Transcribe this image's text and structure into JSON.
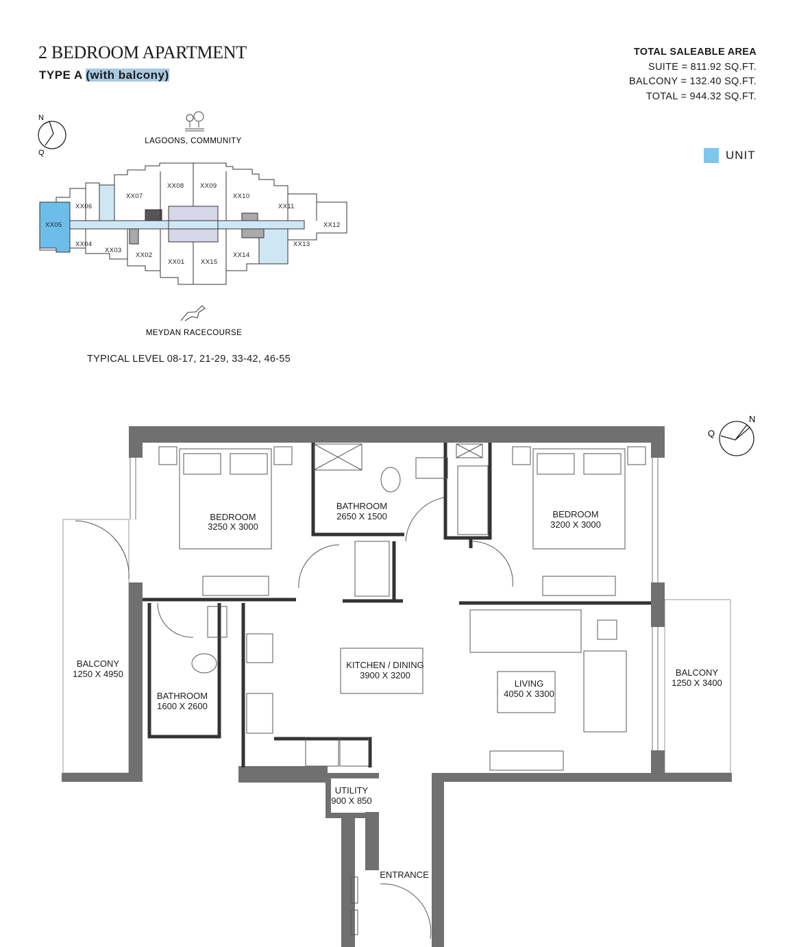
{
  "header": {
    "title": "2 BEDROOM APARTMENT",
    "type_prefix": "TYPE A",
    "type_suffix": "(with balcony)"
  },
  "area": {
    "heading": "TOTAL SALEABLE AREA",
    "suite": "SUITE = 811.92 SQ.FT.",
    "balcony": "BALCONY = 132.40 SQ.FT.",
    "total": "TOTAL = 944.32 SQ.FT."
  },
  "legend": {
    "label": "UNIT",
    "color": "#7ec6ee"
  },
  "keyplan": {
    "compass_n": "N",
    "compass_q": "Q",
    "top_label": "LAGOONS, COMMUNITY",
    "bottom_label": "MEYDAN RACECOURSE",
    "units": [
      "XX01",
      "XX02",
      "XX03",
      "XX04",
      "XX05",
      "XX06",
      "XX07",
      "XX08",
      "XX09",
      "XX10",
      "XX11",
      "XX12",
      "XX13",
      "XX14",
      "XX15"
    ],
    "highlighted_unit": "XX05",
    "typical_levels": "TYPICAL LEVEL 08-17, 21-29, 33-42, 46-55"
  },
  "plan": {
    "compass_n": "N",
    "compass_q": "Q",
    "rooms": [
      {
        "name": "BEDROOM",
        "dims": "3250 X 3000"
      },
      {
        "name": "BATHROOM",
        "dims": "2650 X 1500"
      },
      {
        "name": "BEDROOM",
        "dims": "3200 X 3000"
      },
      {
        "name": "BALCONY",
        "dims": "1250 X 4950"
      },
      {
        "name": "KITCHEN / DINING",
        "dims": "3900 X 3200"
      },
      {
        "name": "LIVING",
        "dims": "4050 X 3300"
      },
      {
        "name": "BALCONY",
        "dims": "1250 X 3400"
      },
      {
        "name": "BATHROOM",
        "dims": "1600 X 2600"
      },
      {
        "name": "UTILITY",
        "dims": "900 X 850"
      },
      {
        "name": "ENTRANCE",
        "dims": ""
      }
    ]
  }
}
